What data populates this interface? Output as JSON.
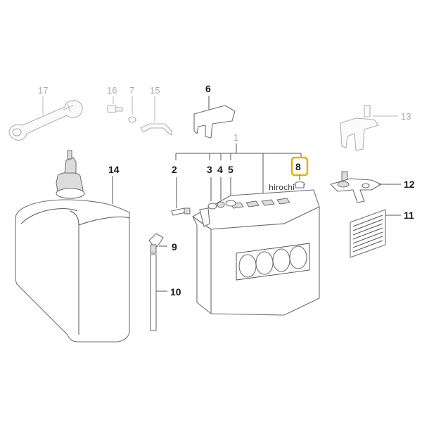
{
  "callouts": {
    "c1": "1",
    "c2": "2",
    "c3": "3",
    "c4": "4",
    "c5": "5",
    "c6": "6",
    "c7": "7",
    "c8": "8",
    "c9": "9",
    "c10": "10",
    "c11": "11",
    "c12": "12",
    "c13": "13",
    "c14": "14",
    "c15": "15",
    "c16": "16",
    "c17": "17"
  },
  "highlighted_part": "8",
  "watermark": "hirochi",
  "colors": {
    "highlight": "#e0b400",
    "ink": "#1a1a1a",
    "faded": "#a8a8a8"
  }
}
